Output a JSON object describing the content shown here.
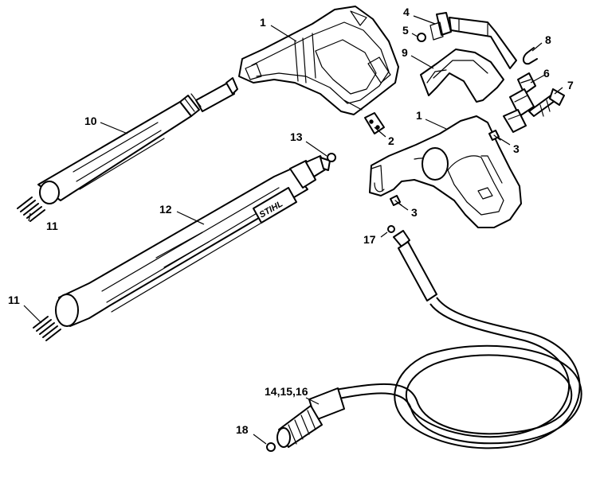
{
  "callouts": [
    {
      "id": "c1a",
      "text": "1"
    },
    {
      "id": "c1b",
      "text": "1"
    },
    {
      "id": "c2",
      "text": "2"
    },
    {
      "id": "c3a",
      "text": "3"
    },
    {
      "id": "c3b",
      "text": "3"
    },
    {
      "id": "c4",
      "text": "4"
    },
    {
      "id": "c5",
      "text": "5"
    },
    {
      "id": "c6",
      "text": "6"
    },
    {
      "id": "c7",
      "text": "7"
    },
    {
      "id": "c8",
      "text": "8"
    },
    {
      "id": "c9",
      "text": "9"
    },
    {
      "id": "c10",
      "text": "10"
    },
    {
      "id": "c11a",
      "text": "11"
    },
    {
      "id": "c11b",
      "text": "11"
    },
    {
      "id": "c12",
      "text": "12"
    },
    {
      "id": "c13",
      "text": "13"
    },
    {
      "id": "c14",
      "text": "14,15,16"
    },
    {
      "id": "c17",
      "text": "17"
    },
    {
      "id": "c18",
      "text": "18"
    }
  ],
  "brand_mark": "STIHL"
}
